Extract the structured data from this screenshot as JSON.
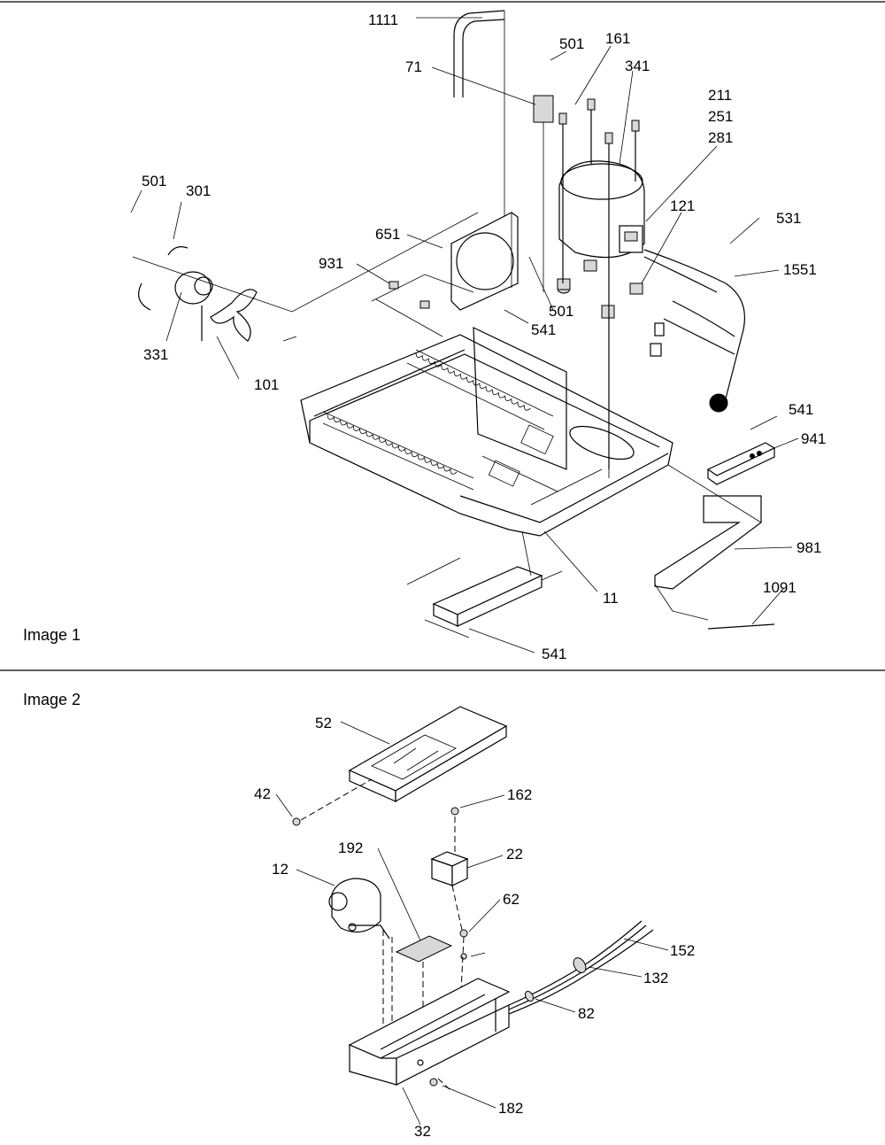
{
  "panels": [
    {
      "title": "Image 1",
      "labels": [
        "1111",
        "501",
        "161",
        "71",
        "341",
        "211",
        "251",
        "281",
        "121",
        "531",
        "1551",
        "501",
        "301",
        "651",
        "931",
        "501",
        "541",
        "331",
        "101",
        "541",
        "941",
        "981",
        "11",
        "1091",
        "541"
      ]
    },
    {
      "title": "Image 2",
      "labels": [
        "52",
        "42",
        "162",
        "22",
        "192",
        "12",
        "62",
        "152",
        "132",
        "82",
        "182",
        "32"
      ]
    }
  ]
}
